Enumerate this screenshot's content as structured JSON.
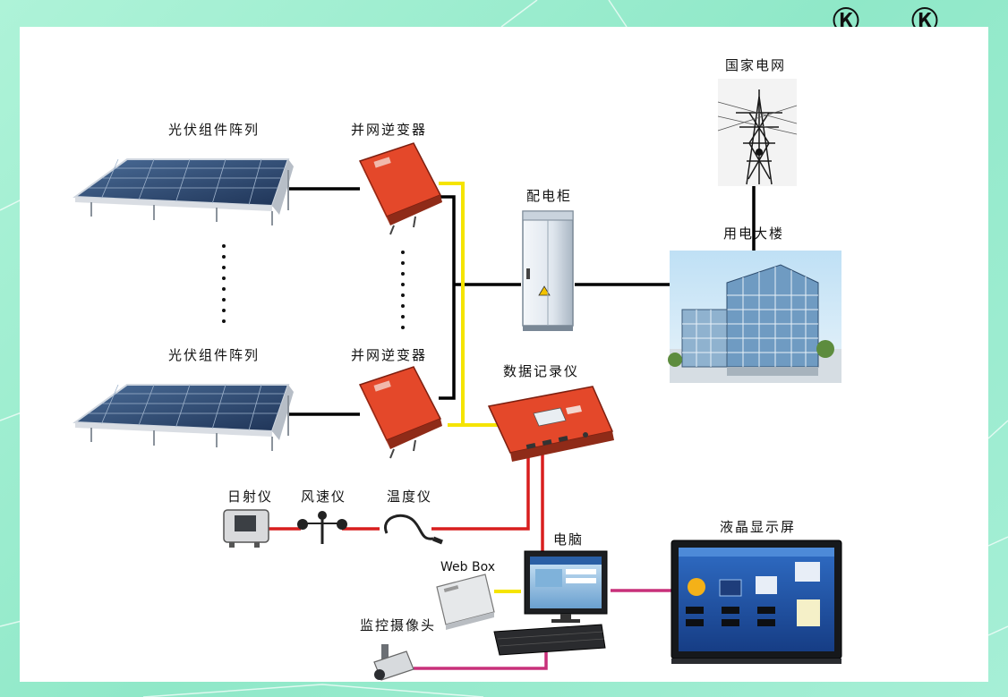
{
  "labels": {
    "pv_array_1": "光伏组件阵列",
    "pv_array_2": "光伏组件阵列",
    "inverter_1": "并网逆变器",
    "inverter_2": "并网逆变器",
    "distribution_cabinet": "配电柜",
    "national_grid": "国家电网",
    "building": "用电大楼",
    "data_logger": "数据记录仪",
    "irradiance_meter": "日射仪",
    "anemometer": "风速仪",
    "thermometer": "温度仪",
    "computer": "电脑",
    "web_box": "Web Box",
    "lcd_screen": "液晶显示屏",
    "camera": "监控摄像头"
  },
  "top_icons": [
    "circled-k-icon",
    "circled-k-icon"
  ],
  "colors": {
    "power_line": "#000000",
    "data_line": "#f5e400",
    "sensor_line": "#d81e1e",
    "display_line": "#c8307a",
    "device_red": "#e4482a",
    "background": "#9ef0d2"
  }
}
